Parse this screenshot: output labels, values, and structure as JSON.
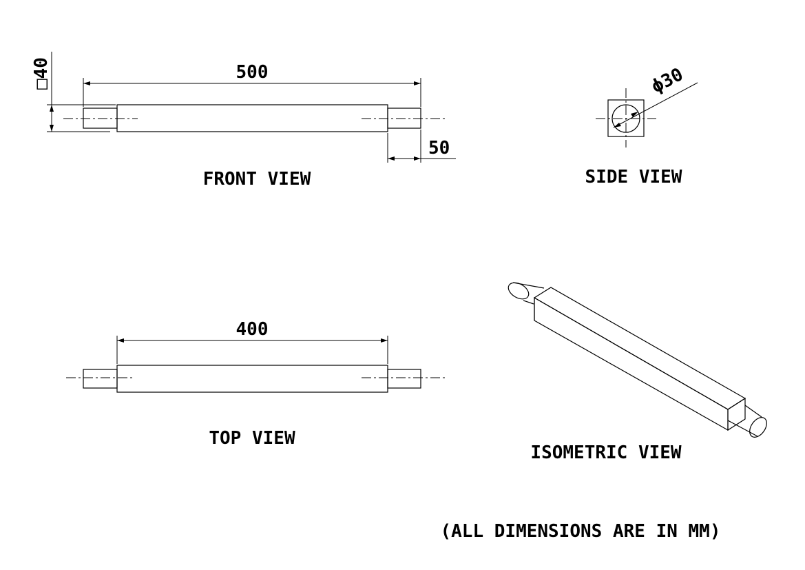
{
  "views": {
    "front": {
      "label": "FRONT VIEW"
    },
    "side": {
      "label": "SIDE VIEW"
    },
    "top": {
      "label": "TOP VIEW"
    },
    "isometric": {
      "label": "ISOMETRIC VIEW"
    }
  },
  "dimensions": {
    "square_size": "□40",
    "overall_length": "500",
    "end_length": "50",
    "diameter": "ϕ30",
    "body_length": "400"
  },
  "note": "(ALL DIMENSIONS ARE IN MM)"
}
